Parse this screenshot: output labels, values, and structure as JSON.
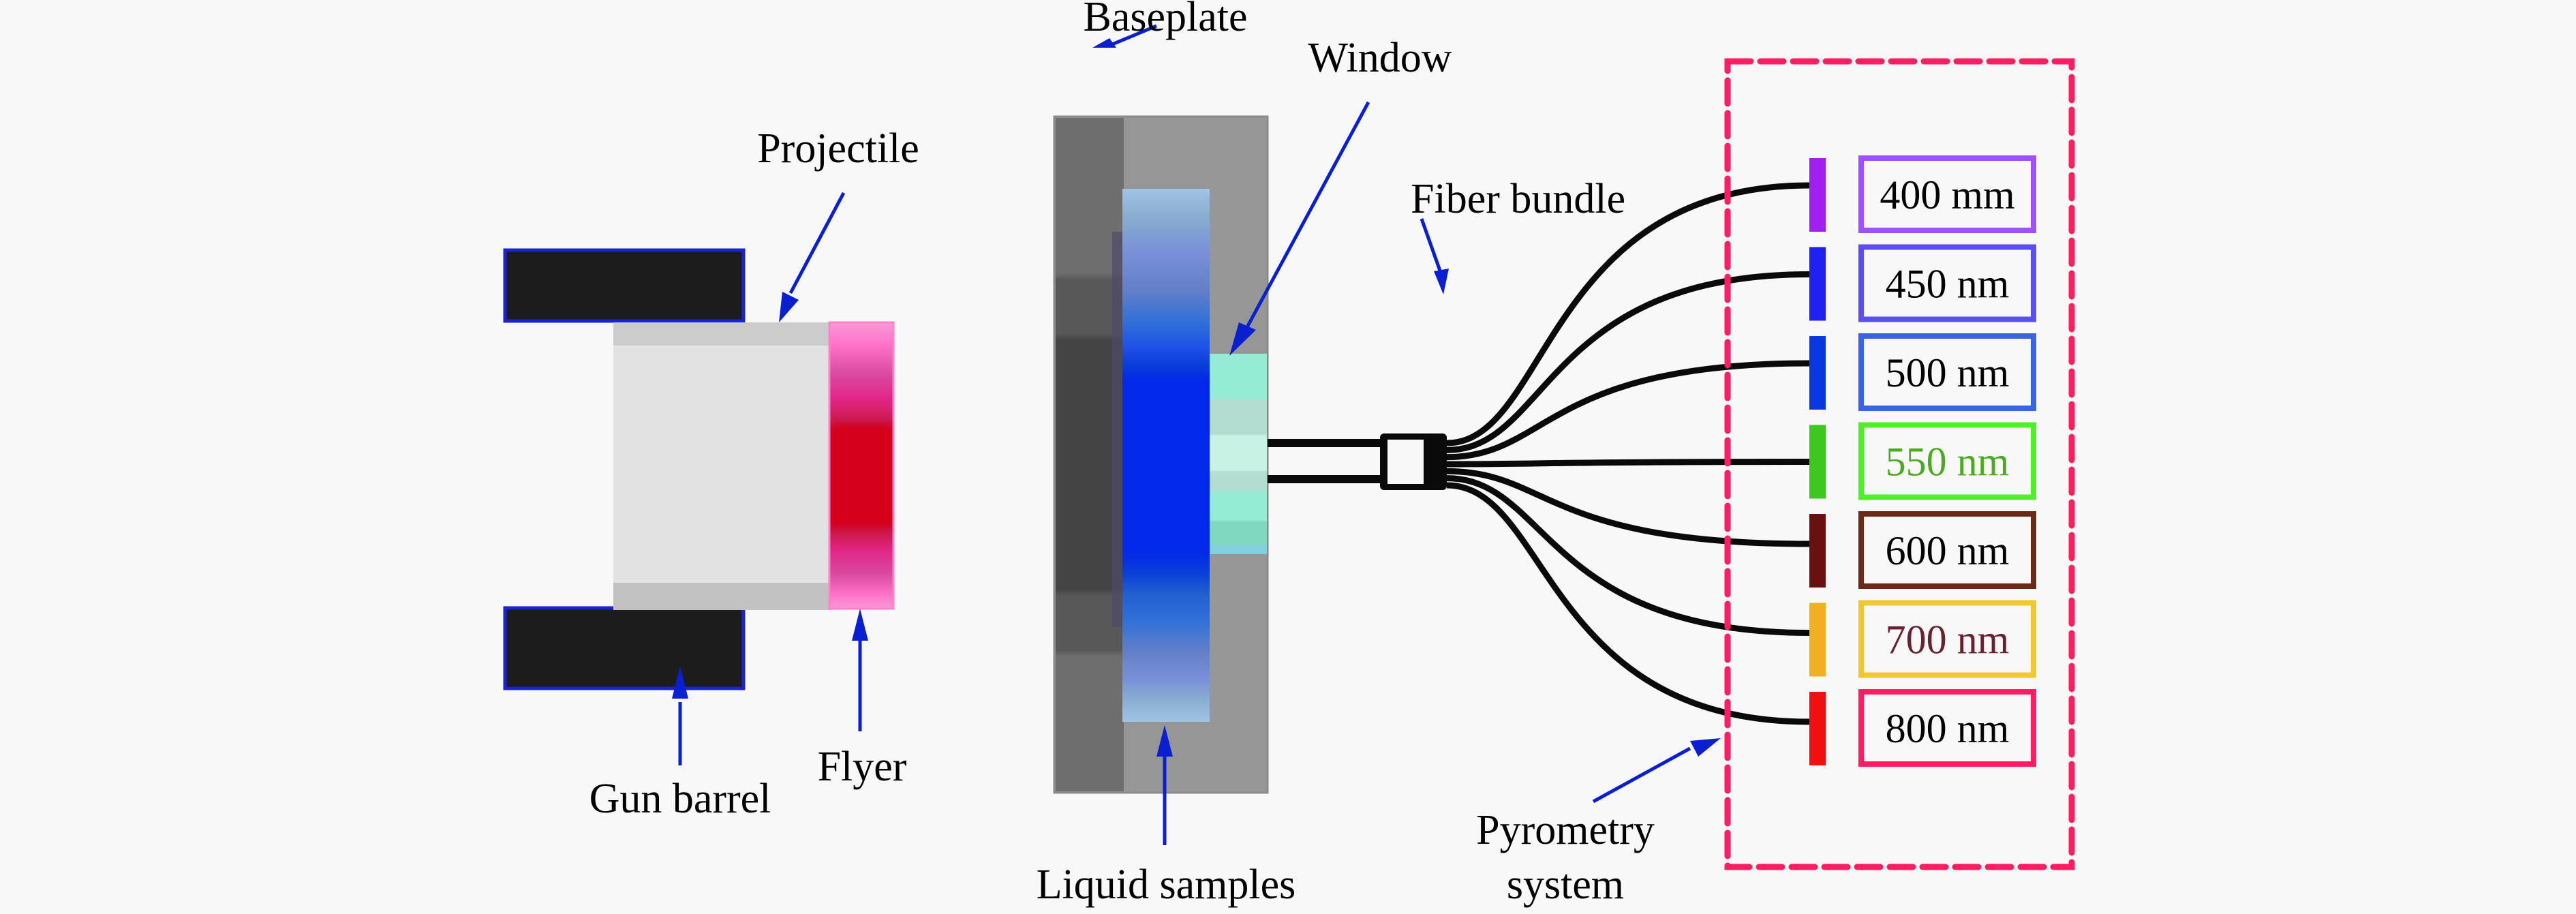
{
  "figure": {
    "type": "experimental-setup-schematic",
    "background": "#f8f8f8"
  },
  "labels": {
    "projectile": "Projectile",
    "gun_barrel": "Gun barrel",
    "flyer": "Flyer",
    "baseplate": "Baseplate",
    "window": "Window",
    "liquid_samples": "Liquid samples",
    "fiber_bundle": "Fiber bundle",
    "pyrometry_system_line1": "Pyrometry",
    "pyrometry_system_line2": "system"
  },
  "colors": {
    "arrow": "#0a1fd0",
    "gun_barrel_fill": "#1c1c1c",
    "gun_barrel_edge": "#1a22d8",
    "projectile_body": "#e2e2e2",
    "projectile_edge": "#c4c4c4",
    "flyer_core": "#d4001c",
    "flyer_outer": "#ff7ad0",
    "baseplate_dark": "#454545",
    "baseplate_mid": "#6e6e6e",
    "baseplate_light": "#969696",
    "sample_core": "#0228e8",
    "sample_outer": "#a0c4e4",
    "window_fill": "#94ecd2",
    "window_light": "#c8f2e4",
    "pyrometry_box": "#ff1e64",
    "fiber": "#0a0a0a"
  },
  "channels": [
    {
      "label": "400 mm",
      "bar_color": "#a020f0",
      "box_color": "#a050ff",
      "text_color": "#000000"
    },
    {
      "label": "450 nm",
      "bar_color": "#2020f0",
      "box_color": "#5a50f0",
      "text_color": "#000000"
    },
    {
      "label": "500 nm",
      "bar_color": "#0a38e0",
      "box_color": "#3a64e8",
      "text_color": "#000000"
    },
    {
      "label": "550 nm",
      "bar_color": "#3cc81e",
      "box_color": "#50f028",
      "text_color": "#4caa20"
    },
    {
      "label": "600 nm",
      "bar_color": "#6a1010",
      "box_color": "#6a2a18",
      "text_color": "#000000"
    },
    {
      "label": "700 nm",
      "bar_color": "#f0b020",
      "box_color": "#f0c830",
      "text_color": "#6a2030"
    },
    {
      "label": "800 nm",
      "bar_color": "#f01010",
      "box_color": "#ff1e64",
      "text_color": "#000000"
    }
  ]
}
